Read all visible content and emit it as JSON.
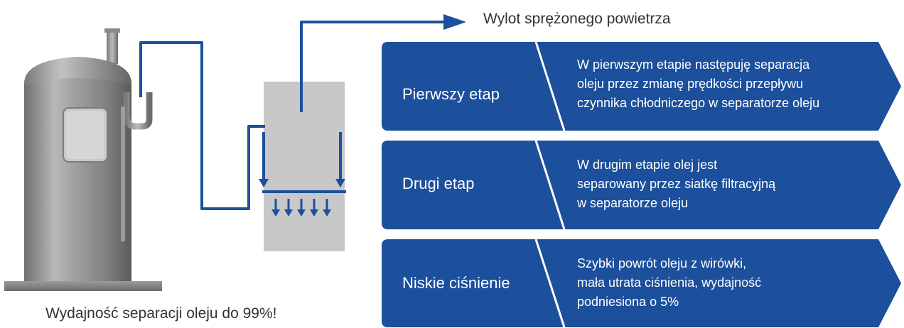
{
  "outlet_label": "Wylot sprężonego powietrza",
  "caption": "Wydajność separacji oleju do 99%!",
  "colors": {
    "accent": "#1c4f9c",
    "chamber": "#c8c8c8",
    "text": "#333333",
    "tank": "#8a8a8a"
  },
  "stages": [
    {
      "title": "Pierwszy etap",
      "description_lines": [
        "W pierwszym etapie następuję separacja",
        "oleju przez zmianę prędkości przepływu",
        "czynnika chłodniczego w separatorze oleju"
      ]
    },
    {
      "title": "Drugi etap",
      "description_lines": [
        "W drugim etapie olej jest",
        "separowany przez siatkę filtracyjną",
        "w separatorze oleju"
      ]
    },
    {
      "title": "Niskie ciśnienie",
      "description_lines": [
        "Szybki powrót oleju z wirówki,",
        "mała utrata ciśnienia, wydajność",
        "podniesiona o 5%"
      ]
    }
  ]
}
